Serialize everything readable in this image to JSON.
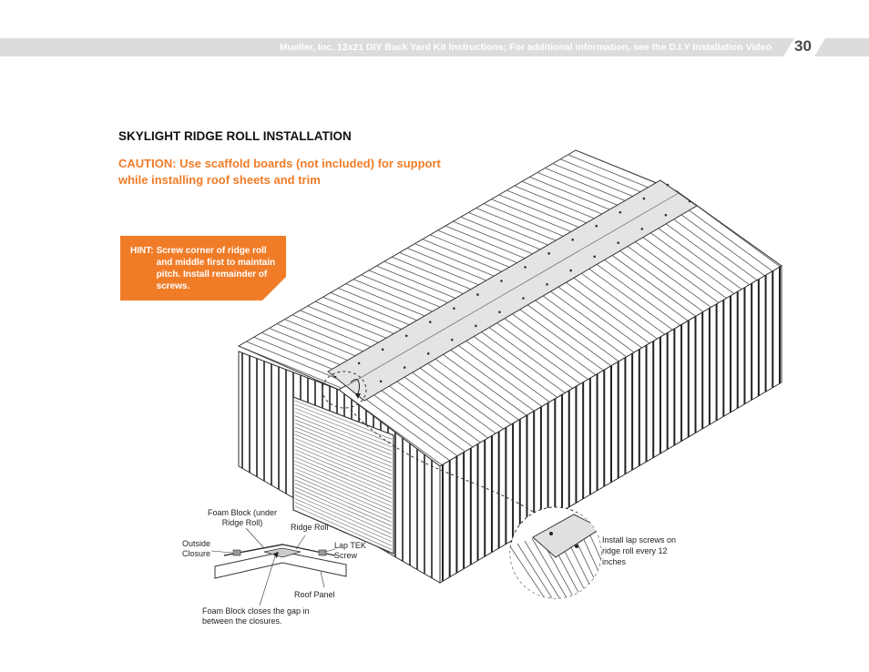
{
  "header": {
    "running_title": "Mueller, Inc. 12x21 DIY Back Yard Kit Instructions; For additional information, see the D.I.Y Installation Video",
    "page_number": "30",
    "band_color": "#dcdcdc"
  },
  "section": {
    "title": "SKYLIGHT RIDGE ROLL INSTALLATION",
    "caution": "CAUTION: Use scaffold boards (not included) for support while installing roof sheets and trim",
    "caution_color": "#f07c28"
  },
  "hint": {
    "label": "HINT:",
    "text": "Screw corner of ridge roll and middle first to maintain pitch. Install remainder of screws.",
    "box_color": "#f07c28"
  },
  "callouts": {
    "foam_block": "Foam Block (under Ridge Roll)",
    "ridge_roll": "Ridge Roll",
    "outside_closure": "Outside Closure",
    "lap_tek_screw": "Lap TEK Screw",
    "roof_panel": "Roof Panel",
    "foam_block_gap": "Foam Block closes the gap in between the closures.",
    "lap_screws": "Install lap screws on ridge roll every 12 inches"
  }
}
